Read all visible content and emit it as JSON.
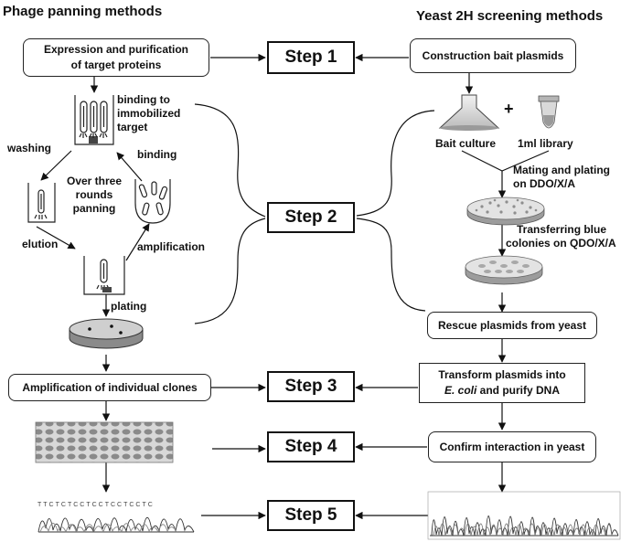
{
  "headers": {
    "left": "Phage panning methods",
    "right": "Yeast 2H screening methods"
  },
  "steps": {
    "step1": "Step 1",
    "step2": "Step 2",
    "step3": "Step 3",
    "step4": "Step 4",
    "step5": "Step 5"
  },
  "phage": {
    "expression_line1": "Expression and purification",
    "expression_line2": "of target proteins",
    "binding_immobilized_line1": "binding to",
    "binding_immobilized_line2": "immobilized",
    "binding_immobilized_line3": "target",
    "washing": "washing",
    "binding": "binding",
    "rounds_line1": "Over three",
    "rounds_line2": "rounds",
    "rounds_line3": "panning",
    "elution": "elution",
    "amplification": "amplification",
    "plating": "plating",
    "amplify_clones": "Amplification of individual clones"
  },
  "yeast": {
    "construction": "Construction bait  plasmids",
    "plus": "+",
    "bait_culture": "Bait culture",
    "library": "1ml library",
    "mating_line1": "Mating and plating",
    "mating_line2": "on DDO/X/A",
    "transfer_line1": "Transferring blue",
    "transfer_line2": "colonies on QDO/X/A",
    "rescue": "Rescue plasmids from yeast",
    "transform_line1": "Transform plasmids into",
    "transform_italic": "E. coli",
    "transform_rest": " and purify DNA",
    "confirm": "Confirm interaction in yeast"
  },
  "sequence_letters": "TTCTCTCCTCCTCCTCCTC"
}
